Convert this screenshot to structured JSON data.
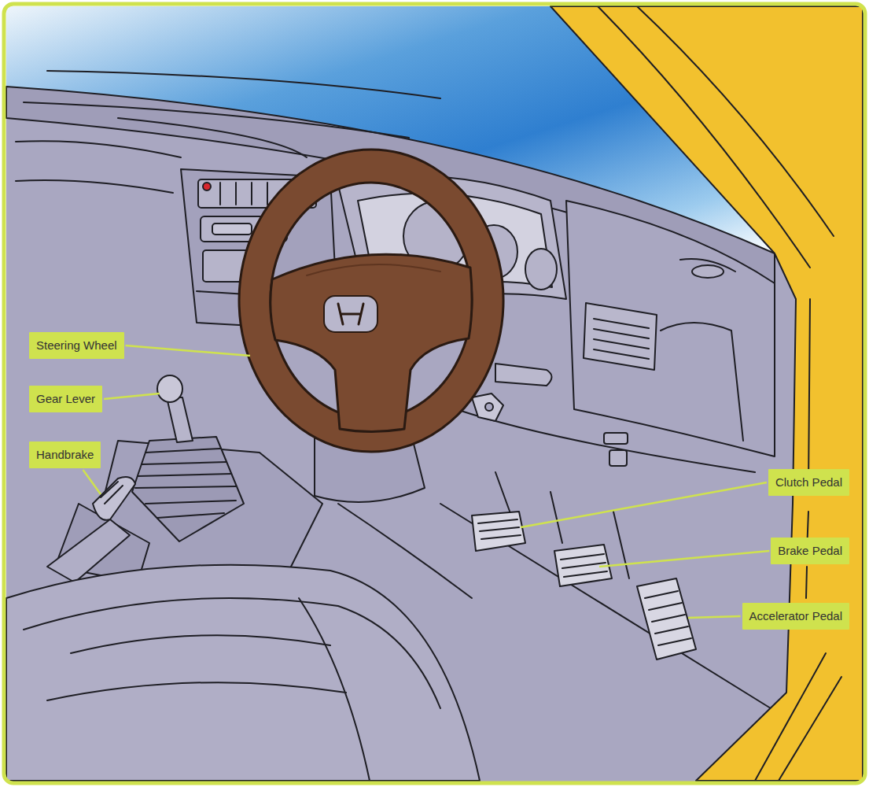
{
  "diagram": {
    "labels": [
      "Steering Wheel",
      "Gear Lever",
      "Handbrake",
      "Clutch Pedal",
      "Brake Pedal",
      "Accelerator Pedal"
    ]
  }
}
